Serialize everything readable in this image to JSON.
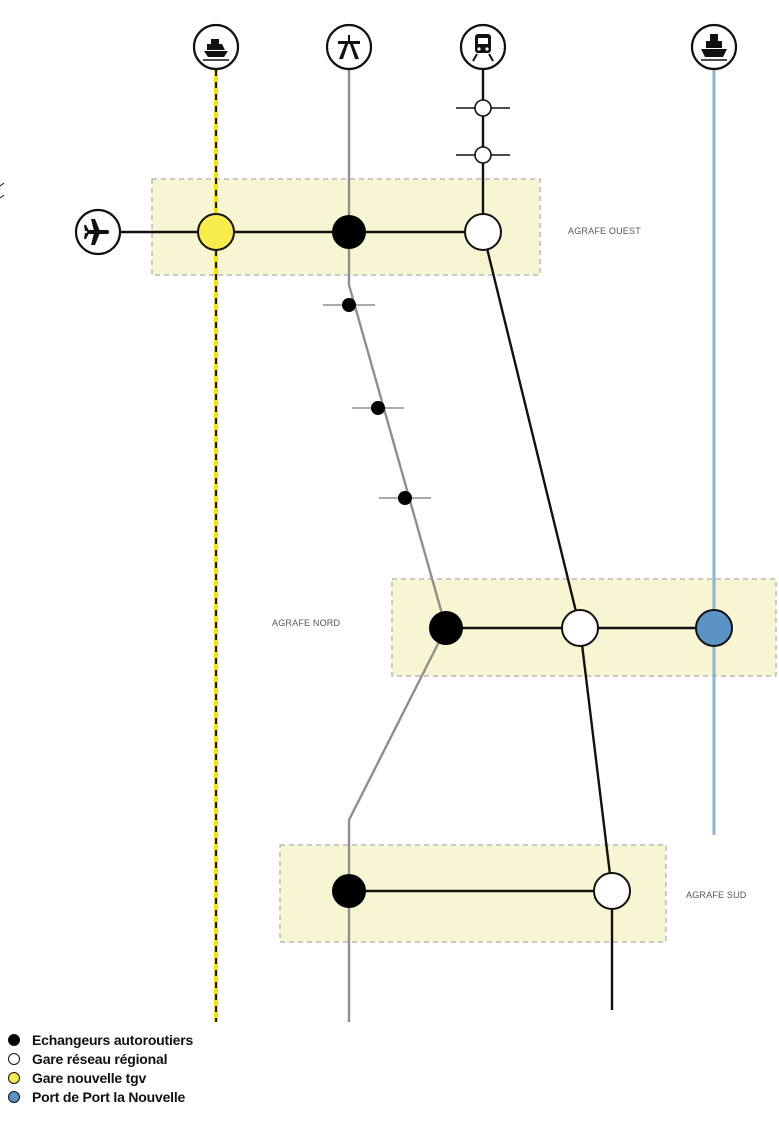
{
  "zones": {
    "ouest": "AGRAFE OUEST",
    "nord": "AGRAFE NORD",
    "sud": "AGRAFE SUD"
  },
  "icons": {
    "ship": "ship-icon",
    "motorway": "motorway-icon",
    "train": "train-icon",
    "port": "port-ship-icon",
    "airplane": "airplane-icon"
  },
  "colors": {
    "zone_fill": "#f7f5d2",
    "zone_border": "#9a9a9a",
    "tgv_line": "#f2e600",
    "port_line": "#8ab4d8",
    "motorway_line": "#8f8f8f",
    "rail_line": "#111111",
    "node_tgv": "#f7ec4c",
    "node_port": "#5b93c7",
    "node_interchange": "#000000",
    "node_station": "#ffffff"
  },
  "legend": [
    {
      "label": "Echangeurs autoroutiers",
      "color": "#000000"
    },
    {
      "label": "Gare réseau régional",
      "color": "#ffffff"
    },
    {
      "label": "Gare nouvelle tgv",
      "color": "#f7ec4c"
    },
    {
      "label": "Port de Port la Nouvelle",
      "color": "#5b93c7"
    }
  ]
}
